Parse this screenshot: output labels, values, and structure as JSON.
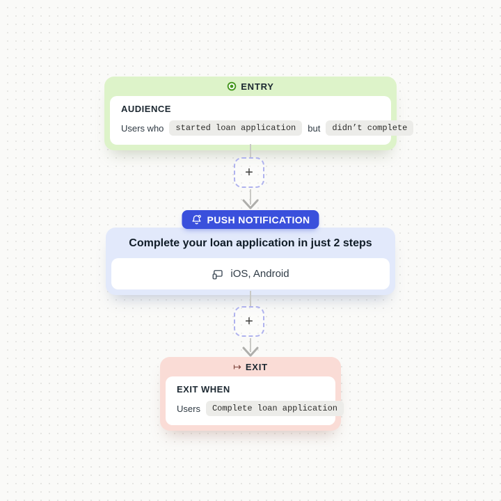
{
  "entry_node": {
    "badge": "ENTRY",
    "section_label": "AUDIENCE",
    "prefix": "Users who",
    "event_chip": "started loan application",
    "conjunction": "but",
    "negation_chip": "didn’t complete"
  },
  "connectors": {
    "add_step_label": "+"
  },
  "push_node": {
    "badge": "PUSH NOTIFICATION",
    "title": "Complete your loan application in just 2 steps",
    "platforms": "iOS, Android"
  },
  "exit_node": {
    "badge": "EXIT",
    "exit_icon_glyph": "↦",
    "section_label": "EXIT WHEN",
    "prefix": "Users",
    "event_chip": "Complete loan application"
  },
  "colors": {
    "entry_bg": "#DDF3C9",
    "entry_icon_green": "#45961D",
    "push_badge_bg": "#3A50DC",
    "push_bg": "#E2E9FB",
    "exit_bg": "#FADCD6",
    "chip_bg": "#ECECE9",
    "connector_dash": "#AFB2EE",
    "connector_line": "#C9C9C5",
    "canvas_bg": "#FAFAF8"
  }
}
